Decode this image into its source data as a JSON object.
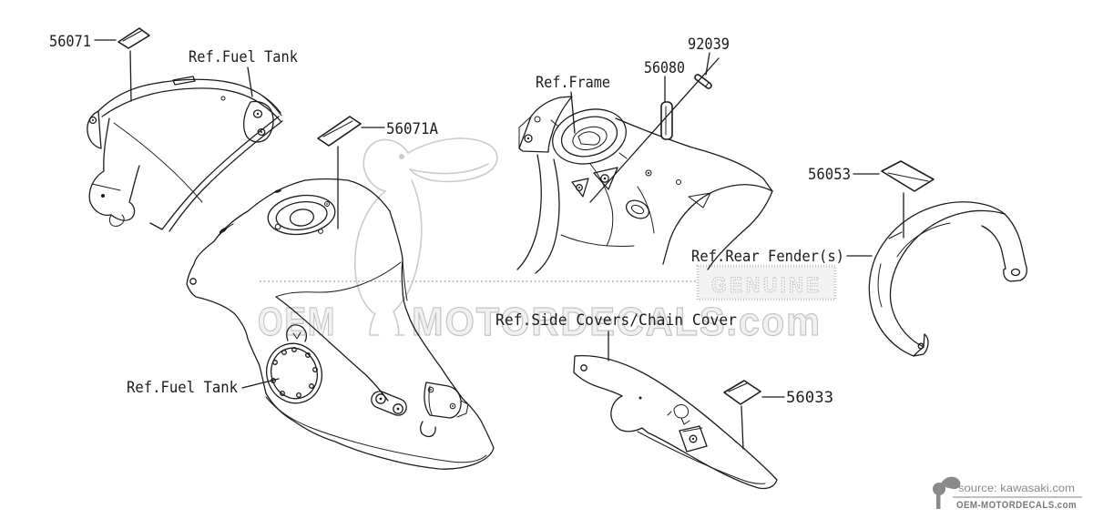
{
  "figure": {
    "type": "oem-parts-decal-diagram",
    "background": "#ffffff"
  },
  "colors": {
    "line": "#1c1c1c",
    "watermark": "#c9c9c9",
    "badge_text": "#8a8a8a"
  },
  "labels": {
    "p56071": "56071",
    "p56071a": "56071A",
    "p56080": "56080",
    "p92039": "92039",
    "p56053": "56053",
    "p56033": "56033",
    "ref_fuel_tank_top": "Ref.Fuel Tank",
    "ref_fuel_tank_bottom": "Ref.Fuel Tank",
    "ref_frame": "Ref.Frame",
    "ref_rear_fenders": "Ref.Rear Fender(s)",
    "ref_side_covers": "Ref.Side Covers/Chain Cover"
  },
  "watermark": {
    "left": "OEM",
    "right": "MOTORDECALS.com",
    "genuine": "GENUINE",
    "bird_icon": "toucan-watermark-icon"
  },
  "source_badge": {
    "icon": "toucan-logo-icon",
    "source": "source: kawasaki.com",
    "site": "OEM-MOTORDECALS.com"
  }
}
